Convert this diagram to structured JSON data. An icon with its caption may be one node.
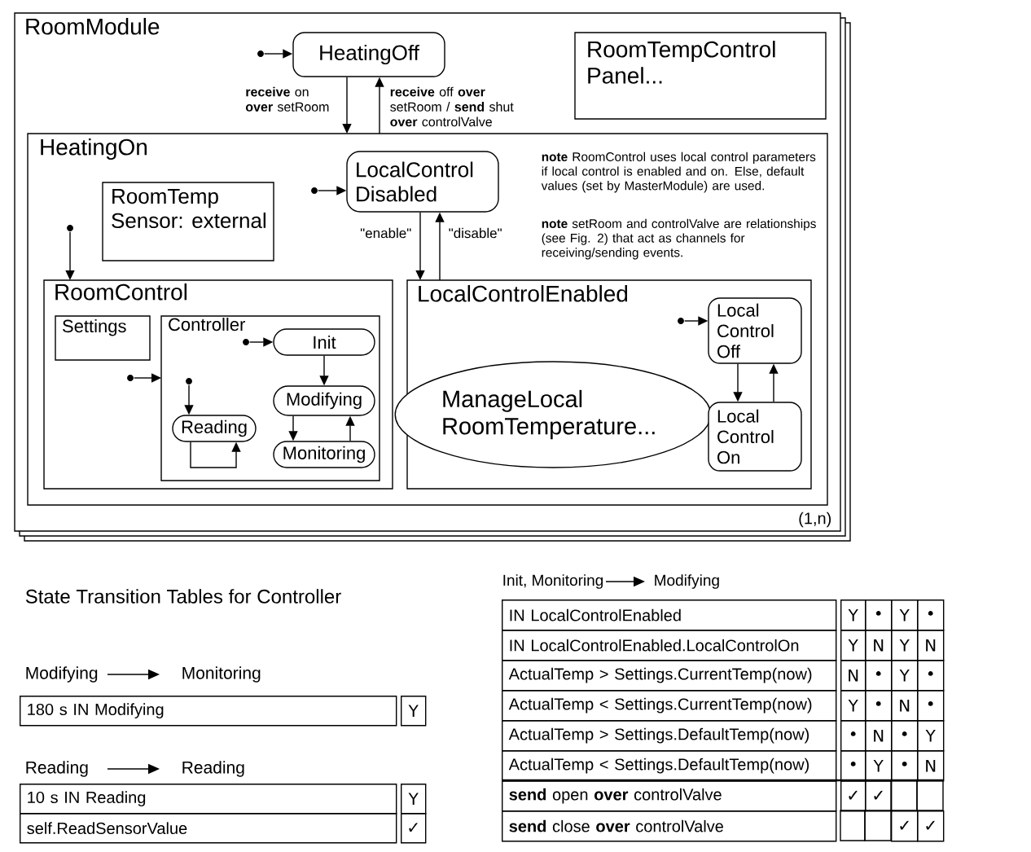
{
  "diagram": {
    "nodes": [
      {
        "text": [
          "RoomModule"
        ],
        "beside": [
          "(1,n)"
        ]
      },
      {
        "text": [
          "HeatingOff"
        ],
        "in": 0
      },
      {
        "text": [
          "RoomTempControl Panel..."
        ],
        "in": 0
      },
      {
        "text": [
          "HeatingOn"
        ],
        "in": 0
      },
      {
        "text": [
          "LocalControl Disabled"
        ],
        "in": 3
      },
      {
        "text": [
          "RoomTemp Sensor: external"
        ],
        "in": 3
      },
      {
        "text": [
          "RoomControl"
        ],
        "in": 3
      },
      {
        "text": [
          "Settings"
        ],
        "in": 6
      },
      {
        "text": [
          "Controller"
        ],
        "in": 6
      },
      {
        "text": [
          "Init"
        ],
        "in": 8
      },
      {
        "text": [
          "Modifying"
        ],
        "in": 8
      },
      {
        "text": [
          "Reading"
        ],
        "in": 8
      },
      {
        "text": [
          "Monitoring"
        ],
        "in": 8
      },
      {
        "text": [
          "LocalControlEnabled"
        ],
        "in": 3
      },
      {
        "text": [
          "Local Control Off"
        ],
        "in": 13
      },
      {
        "text": [
          "ManageLocal RoomTemperature..."
        ],
        "in": 13
      },
      {
        "text": [
          "Local Control On"
        ],
        "in": 13
      },
      {
        "text": [],
        "shape": "circle",
        "in": 0
      },
      {
        "text": [],
        "shape": "circle",
        "in": 3
      },
      {
        "text": [],
        "shape": "circle",
        "in": 3
      },
      {
        "text": [],
        "shape": "circle",
        "in": 6
      },
      {
        "text": [],
        "shape": "circle",
        "in": 8
      },
      {
        "text": [],
        "shape": "circle",
        "in": 8
      },
      {
        "text": [],
        "shape": "circle",
        "in": 13
      }
    ],
    "edges": [
      {
        "from": 17,
        "to": 1,
        "arrow": "to"
      },
      {
        "from": 1,
        "to": 3,
        "arrow": "to",
        "label": "**receive** on **over** setRoom"
      },
      {
        "from": 3,
        "to": 1,
        "arrow": "to",
        "label": "**receive** off **over** setRoom / **send** shut **over** controlValve"
      },
      {
        "from": 18,
        "to": 4,
        "arrow": "to"
      },
      {
        "from": 4,
        "to": 13,
        "arrow": "to",
        "label": "\"enable\""
      },
      {
        "from": 13,
        "to": 4,
        "arrow": "to",
        "label": "\"disable\""
      },
      {
        "from": 19,
        "to": 6,
        "arrow": "to"
      },
      {
        "from": 20,
        "to": 8,
        "arrow": "to"
      },
      {
        "from": 21,
        "to": 9,
        "arrow": "to"
      },
      {
        "from": 9,
        "to": 10,
        "arrow": "to"
      },
      {
        "from": 10,
        "to": 12,
        "arrow": "to"
      },
      {
        "from": 12,
        "to": 10,
        "arrow": "to"
      },
      {
        "from": 22,
        "to": 11,
        "arrow": "to"
      },
      {
        "from": 11,
        "to": 11,
        "arrow": "to"
      },
      {
        "from": 23,
        "to": 14,
        "arrow": "to"
      },
      {
        "from": 14,
        "to": 16,
        "arrow": "to"
      },
      {
        "from": 16,
        "to": 14,
        "arrow": "to"
      }
    ],
    "labels": [
      "**note** RoomControl uses local control parameters if local control is enabled and on. Else, default values (set by MasterModule) are used.",
      "**note** setRoom and controlValve are relationships (see Fig. 2) that act as channels for receiving/sending events.",
      "State Transition Tables for Controller",
      "Init, Monitoring",
      "Modifying",
      "IN LocalControlEnabled",
      "Y",
      "•",
      "Y",
      "•",
      "IN LocalControlEnabled.LocalControlOn",
      "Y",
      "N",
      "Y",
      "N",
      "ActualTemp > Settings.CurrentTemp(now)",
      "N",
      "•",
      "Y",
      "•",
      "ActualTemp < Settings.CurrentTemp(now)",
      "Y",
      "•",
      "N",
      "•",
      "ActualTemp > Settings.DefaultTemp(now)",
      "•",
      "N",
      "•",
      "Y",
      "ActualTemp < Settings.DefaultTemp(now)",
      "•",
      "Y",
      "•",
      "N",
      "**send** open **over** controlValve",
      "✓",
      "✓",
      "**send** close **over** controlValve",
      "✓",
      "✓",
      "Modifying",
      "Monitoring",
      "180 s IN Modifying",
      "Y",
      "Reading",
      "Reading",
      "10 s IN Reading",
      "Y",
      "self.ReadSensorValue",
      "✓"
    ]
  }
}
